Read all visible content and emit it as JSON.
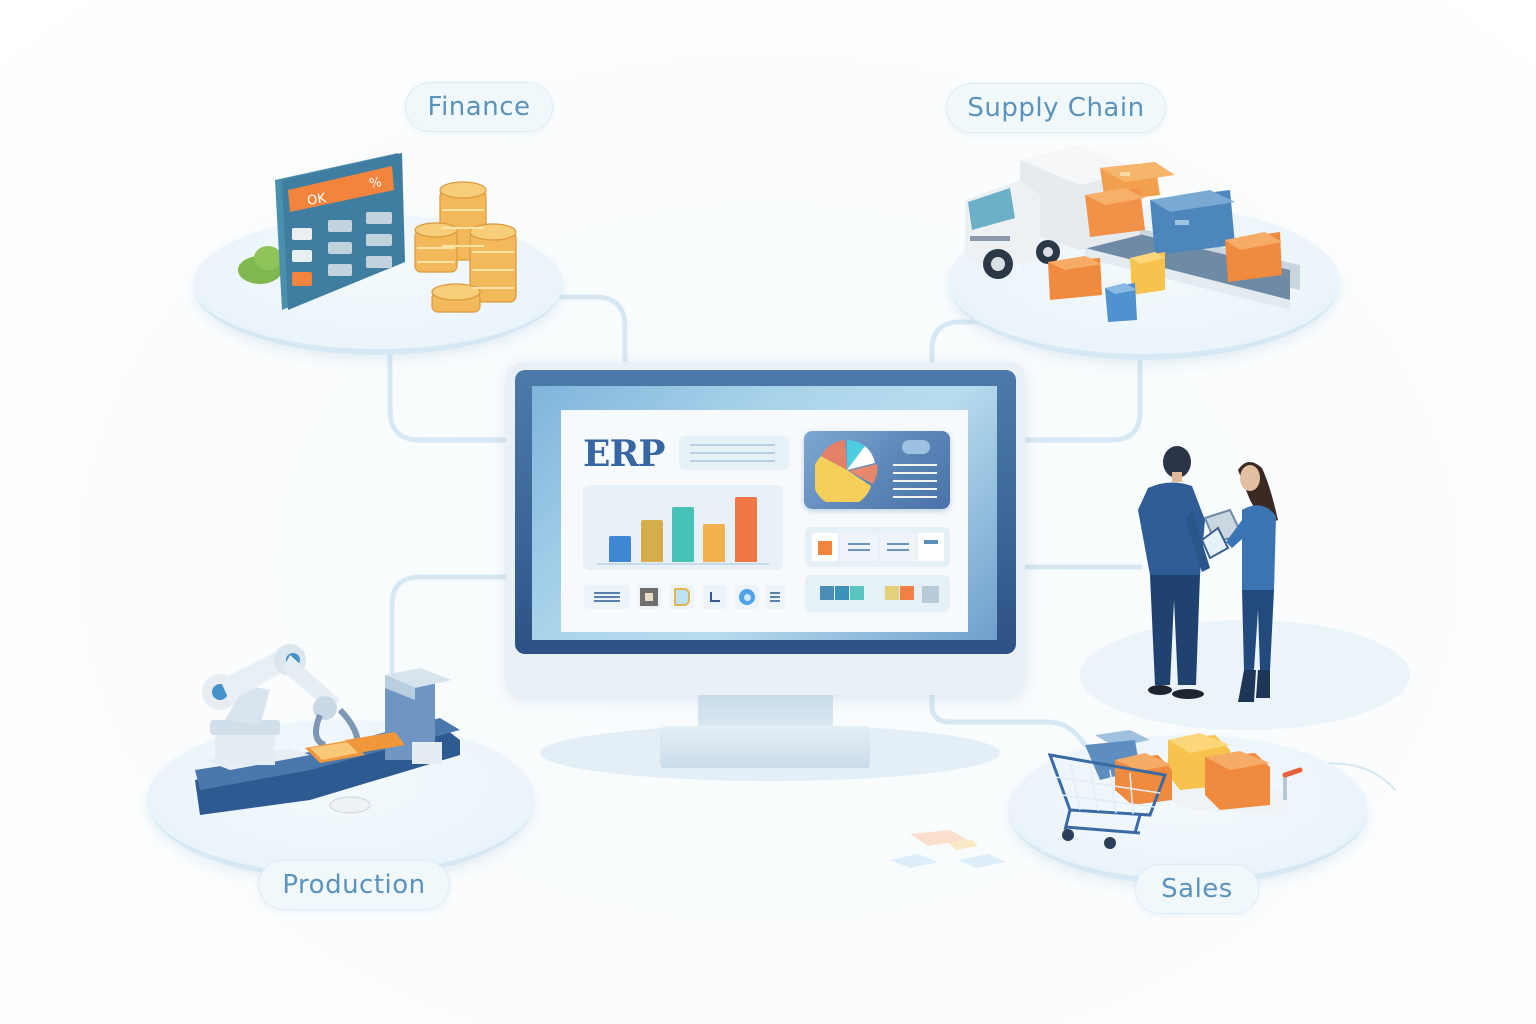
{
  "diagram": {
    "title": "ERP",
    "center": {
      "label": "ERP",
      "type": "monitor-dashboard"
    },
    "modules": [
      {
        "id": "finance",
        "label": "Finance",
        "position": "top-left",
        "illustration": [
          "calculator",
          "coin-stacks",
          "leaf"
        ]
      },
      {
        "id": "supply_chain",
        "label": "Supply Chain",
        "position": "top-right",
        "illustration": [
          "delivery-truck",
          "conveyor",
          "boxes"
        ]
      },
      {
        "id": "production",
        "label": "Production",
        "position": "bottom-left",
        "illustration": [
          "robot-arm",
          "assembly-line"
        ]
      },
      {
        "id": "sales",
        "label": "Sales",
        "position": "bottom-right",
        "illustration": [
          "shopping-cart",
          "boxes",
          "hand-truck"
        ]
      }
    ],
    "people": {
      "description": "two business people reviewing a tablet",
      "count": 2
    },
    "calculator_display": {
      "left": "OK",
      "right": "%"
    },
    "connections": [
      {
        "from": "finance",
        "to": "center"
      },
      {
        "from": "supply_chain",
        "to": "center"
      },
      {
        "from": "production",
        "to": "center"
      },
      {
        "from": "sales",
        "to": "center"
      },
      {
        "from": "people",
        "to": "center"
      }
    ]
  },
  "dashboard": {
    "logo": "ERP",
    "bar_chart": {
      "bars": [
        {
          "color": "#3f87d3",
          "height": 26
        },
        {
          "color": "#d6ad4b",
          "height": 42
        },
        {
          "color": "#48c2b6",
          "height": 55
        },
        {
          "color": "#f2b14f",
          "height": 38
        },
        {
          "color": "#ef7645",
          "height": 65
        }
      ]
    },
    "pie_chart": {
      "slices": [
        {
          "color": "#f6cf5a",
          "share": 55
        },
        {
          "color": "#e47f68",
          "share": 20
        },
        {
          "color": "#4ccde0",
          "share": 12
        },
        {
          "color": "#ffffff",
          "share": 8
        },
        {
          "color": "#e8876c",
          "share": 5
        }
      ]
    },
    "swatches": [
      "#4a8db4",
      "#3b92b8",
      "#5bc6c0",
      "#e2d07a",
      "#f47f45",
      "#b8ccd8"
    ]
  },
  "colors": {
    "label_text": "#5b93bd",
    "connector": "#d3e6f2",
    "accent_orange": "#f2843d",
    "accent_blue": "#3866a2"
  }
}
